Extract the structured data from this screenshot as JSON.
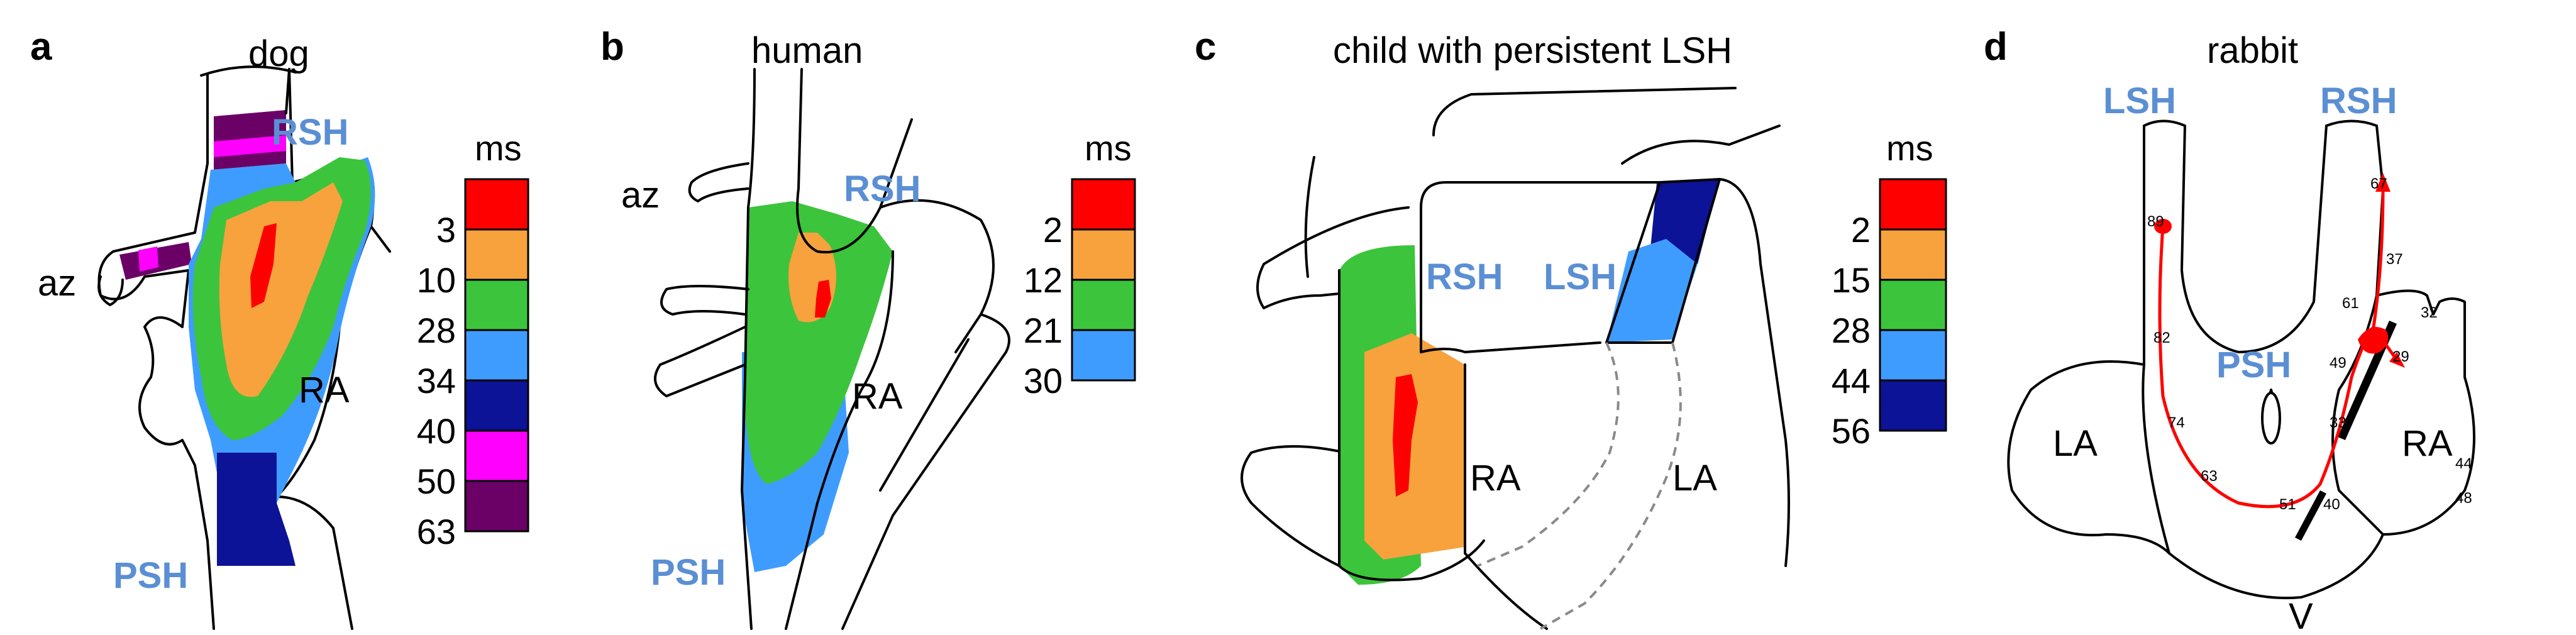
{
  "colors": {
    "red": "#ff0000",
    "orange": "#f7a23c",
    "green": "#3cc43c",
    "light_blue": "#3f9cff",
    "dark_blue": "#0c1396",
    "magenta": "#ff00ff",
    "purple": "#6b0066",
    "label_blue": "#5b8fd4"
  },
  "panel_a": {
    "letter": "a",
    "title": "dog",
    "labels": {
      "rsh": "RSH",
      "az": "az",
      "ra": "RA",
      "psh": "PSH"
    },
    "legend": {
      "unit": "ms",
      "ticks": [
        "3",
        "10",
        "28",
        "34",
        "40",
        "50",
        "63"
      ]
    }
  },
  "panel_b": {
    "letter": "b",
    "title": "human",
    "labels": {
      "az": "az",
      "rsh": "RSH",
      "ra": "RA",
      "psh": "PSH"
    },
    "legend": {
      "unit": "ms",
      "ticks": [
        "2",
        "12",
        "21",
        "30"
      ]
    }
  },
  "panel_c": {
    "letter": "c",
    "title": "child with persistent LSH",
    "labels": {
      "rsh": "RSH",
      "lsh": "LSH",
      "ra": "RA",
      "la": "LA"
    },
    "legend": {
      "unit": "ms",
      "ticks": [
        "2",
        "15",
        "28",
        "44",
        "56"
      ]
    }
  },
  "panel_d": {
    "letter": "d",
    "title": "rabbit",
    "labels": {
      "lsh": "LSH",
      "rsh": "RSH",
      "psh": "PSH",
      "la": "LA",
      "ra": "RA",
      "v": "V"
    },
    "times": [
      "89",
      "82",
      "74",
      "63",
      "51",
      "40",
      "33",
      "29",
      "49",
      "61",
      "37",
      "67",
      "32",
      "44",
      "48"
    ]
  }
}
